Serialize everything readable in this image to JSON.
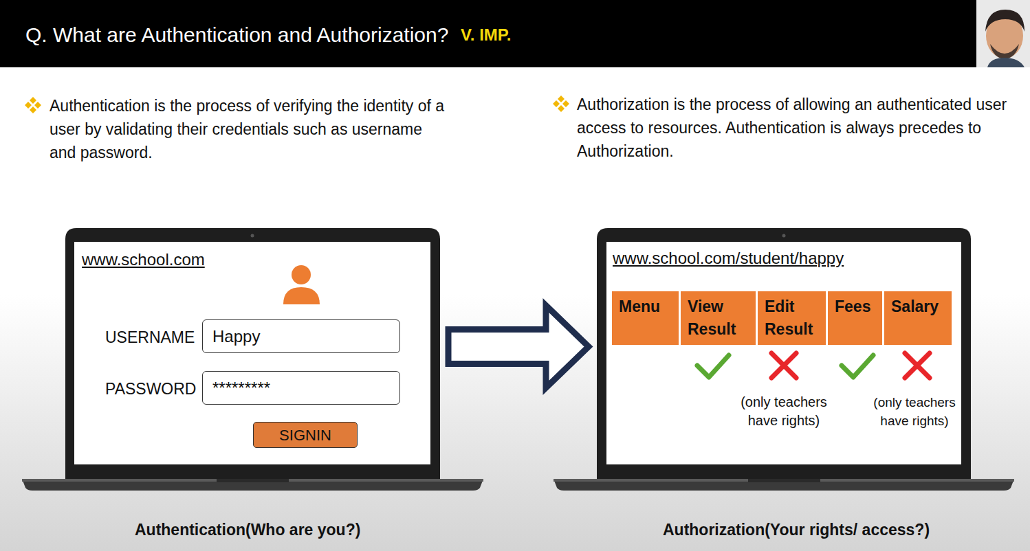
{
  "diagram": {
    "title": "Q. What are Authentication and Authorization?",
    "nodes": [
      {
        "text": [
          "www.school.com"
        ]
      },
      {
        "text": [
          "Happy"
        ],
        "in": 0
      },
      {
        "text": [
          "*********"
        ],
        "in": 0
      },
      {
        "text": [
          "SIGNIN"
        ],
        "in": 0
      },
      {
        "text": [
          "www.school.com/student/happy"
        ]
      },
      {
        "text": [
          "Menu"
        ],
        "in": 4
      },
      {
        "text": [
          "View Result"
        ],
        "in": 4
      },
      {
        "text": [
          "Edit Result"
        ],
        "in": 4
      },
      {
        "text": [
          "Fees"
        ],
        "in": 4
      },
      {
        "text": [
          "Salary"
        ],
        "in": 4
      }
    ],
    "edges": [
      {
        "from": 0,
        "to": 4,
        "arrow": "to"
      }
    ],
    "labels": [
      "V. IMP.",
      "Authentication is the process of verifying the identity of a user by validating their credentials such as username and password.",
      "Authorization is the process of allowing an authenticated user access to resources. Authentication is always precedes to Authorization.",
      "USERNAME",
      "PASSWORD",
      "(only teachers have rights)",
      "(only teachers have rights)",
      "Authentication(Who are you?)",
      "Authorization(Your rights/ access?)"
    ]
  }
}
